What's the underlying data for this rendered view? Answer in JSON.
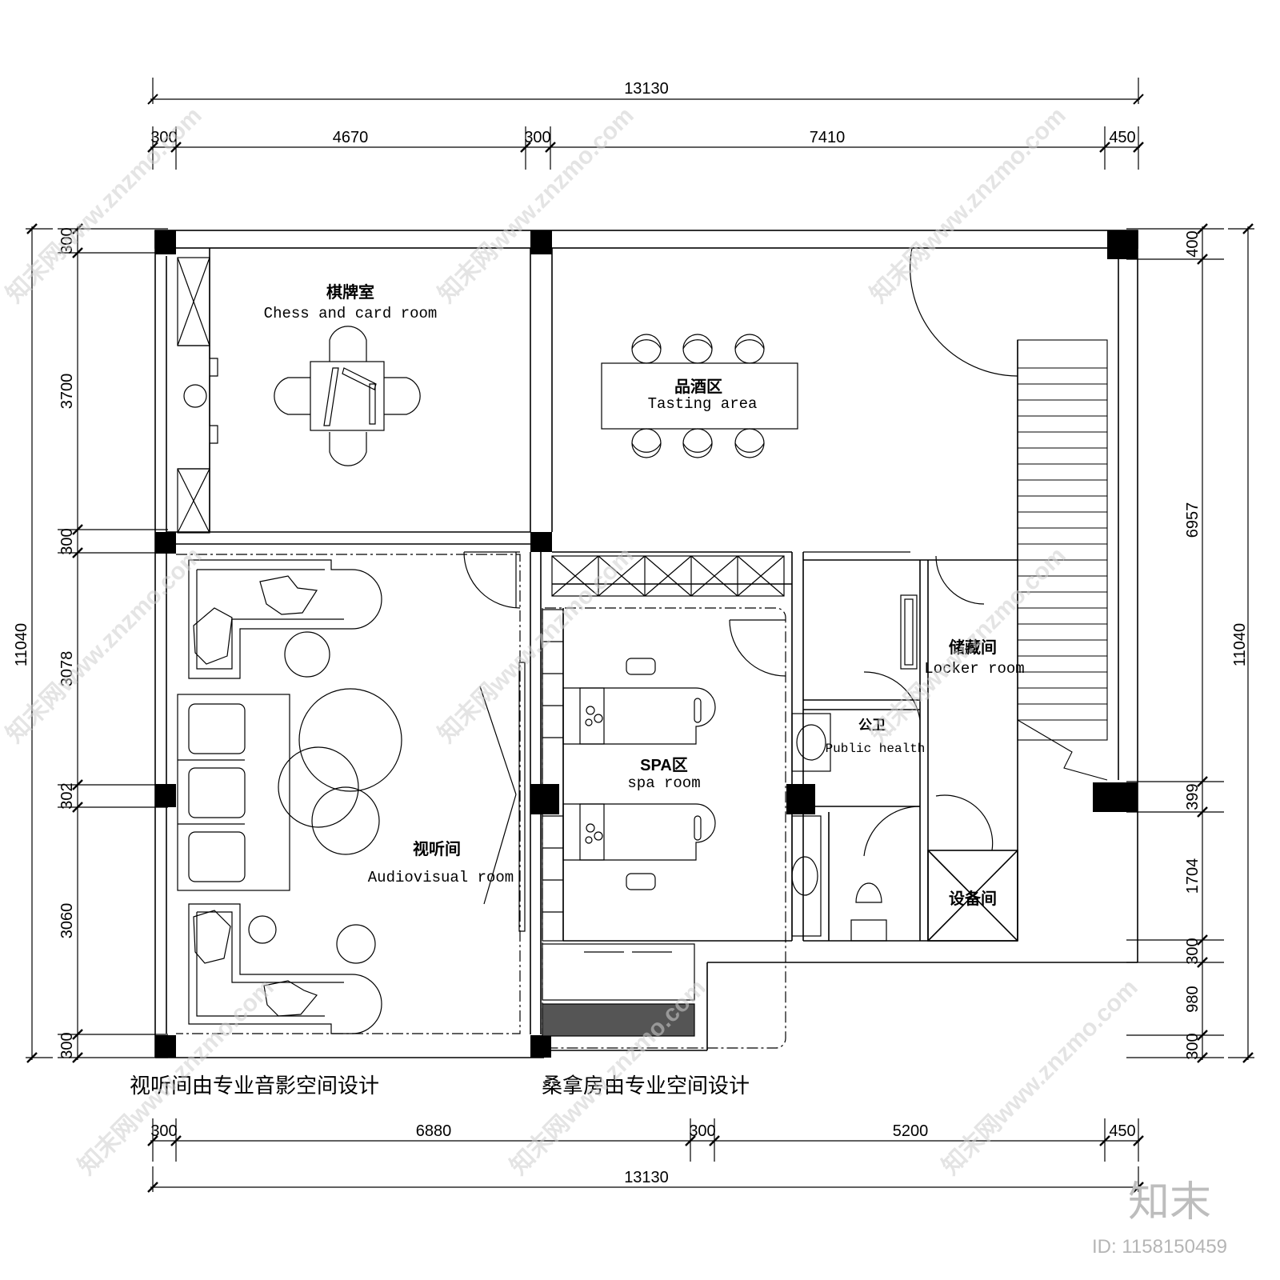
{
  "dimensions": {
    "top_total": "13130",
    "top_segments": [
      "300",
      "4670",
      "300",
      "7410",
      "450"
    ],
    "bottom_segments": [
      "300",
      "6880",
      "300",
      "5200",
      "450"
    ],
    "bottom_total": "13130",
    "left_total": "11040",
    "left_segments": [
      "300",
      "3700",
      "300",
      "3078",
      "302",
      "3060",
      "300"
    ],
    "right_total": "11040",
    "right_segments": [
      "400",
      "6957",
      "399",
      "1704",
      "300",
      "980",
      "300"
    ]
  },
  "rooms": {
    "chess": {
      "cn": "棋牌室",
      "en": "Chess and card room"
    },
    "tasting": {
      "cn": "品酒区",
      "en": "Tasting area"
    },
    "locker": {
      "cn": "储藏间",
      "en": "Locker room"
    },
    "toilet": {
      "cn": "公卫",
      "en": "Public health"
    },
    "spa": {
      "cn": "SPA区",
      "en": "spa room"
    },
    "audiovisual": {
      "cn": "视听间",
      "en": "Audiovisual room"
    },
    "equipment": {
      "cn": "设备间"
    }
  },
  "notes": {
    "audiovisual_note": "视听间由专业音影空间设计",
    "spa_note": "桑拿房由专业空间设计"
  },
  "watermark": {
    "site": "知末网www.znzmo.com",
    "brand": "知末",
    "id": "ID: 1158150459"
  }
}
